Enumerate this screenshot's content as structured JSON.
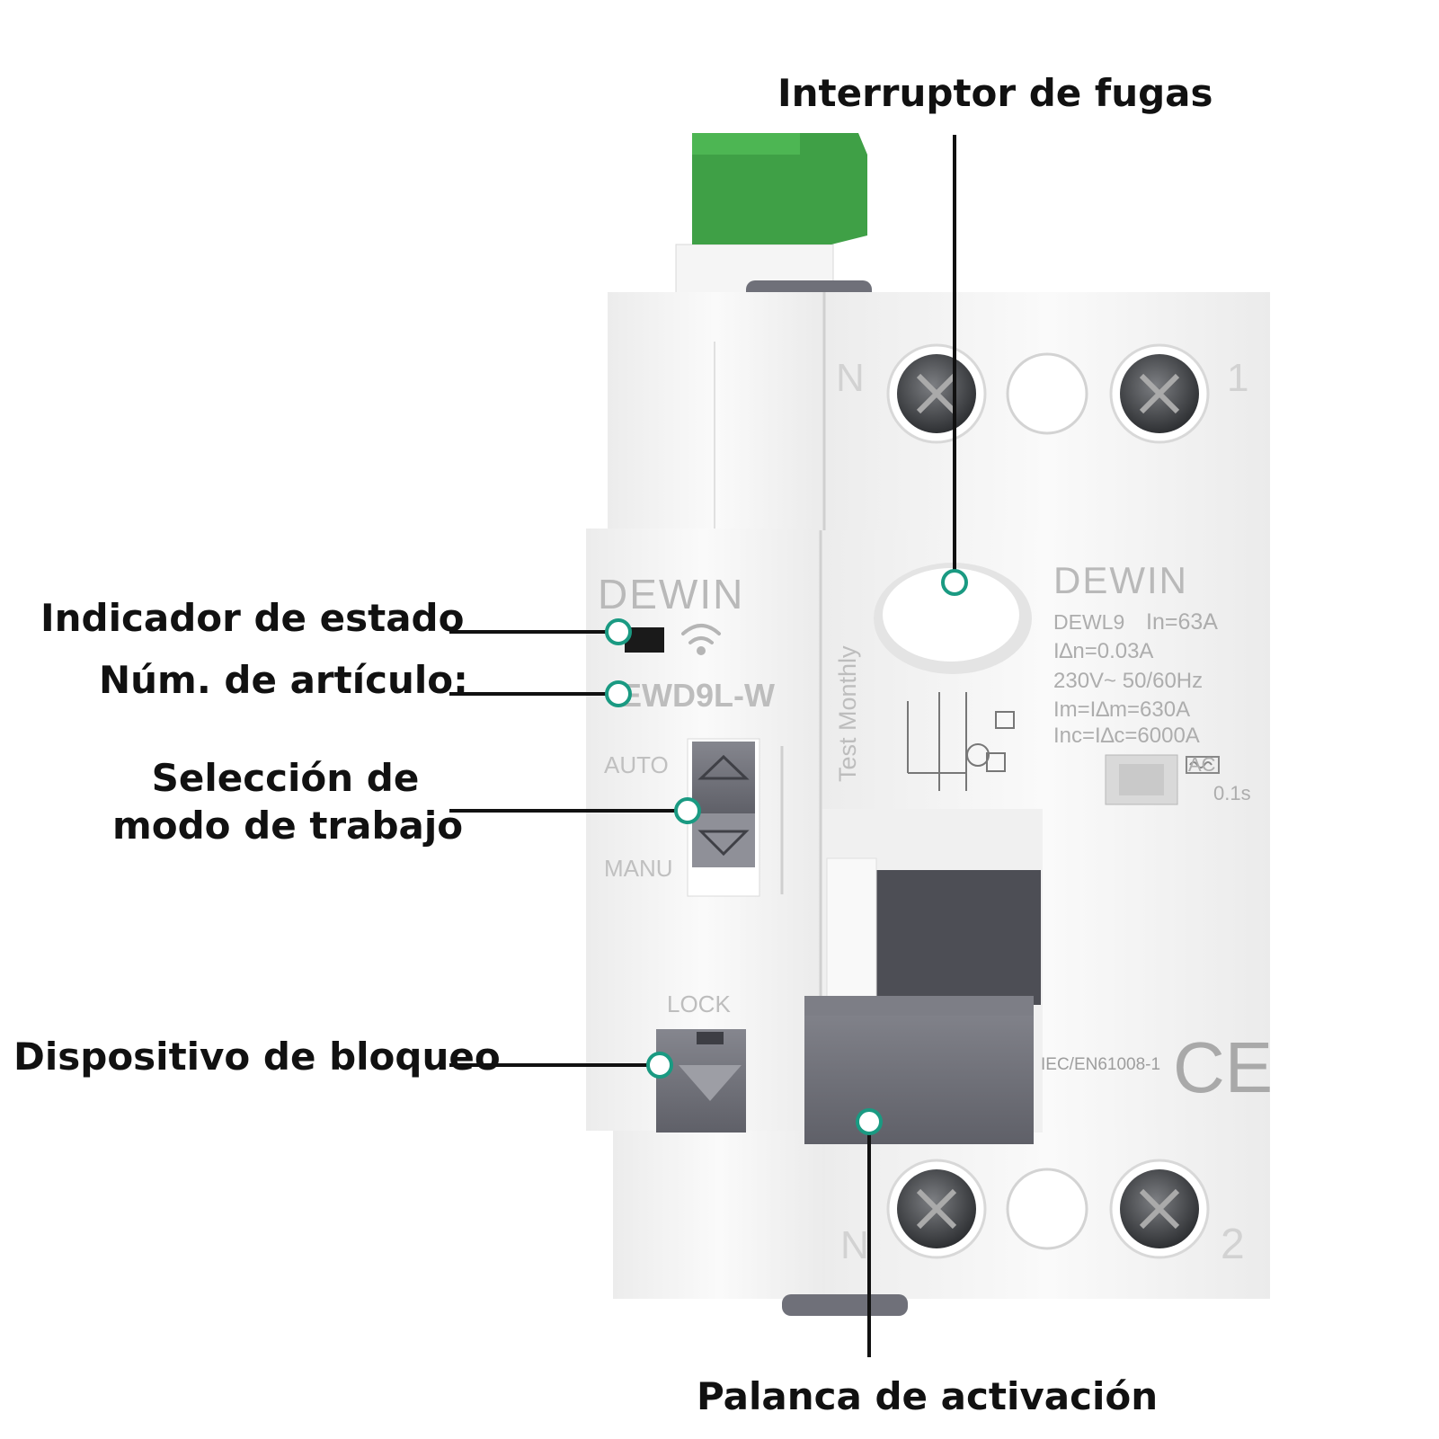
{
  "callouts": {
    "leak_breaker": "Interruptor de fugas",
    "status_indicator": "Indicador de estado",
    "item_number": "Núm. de artículo:",
    "work_mode_line1": "Selección de",
    "work_mode_line2": "modo de trabajo",
    "lock_device": "Dispositivo de bloqueo",
    "trip_lever": "Palanca de activación"
  },
  "device": {
    "left_brand": "DEWIN",
    "left_model": "EWD9L-W",
    "auto_label": "AUTO",
    "manu_label": "MANU",
    "lock_label": "LOCK",
    "test_monthly": "Test Monthly",
    "right_brand": "DEWIN",
    "spec_model": "DEWL9",
    "spec_in": "In=63A",
    "spec_idn": "I∆n=0.03A",
    "spec_voltage": "230V~ 50/60Hz",
    "spec_im": "Im=I∆m=630A",
    "spec_inc": "Inc=I∆c=6000A",
    "spec_ac": "AC",
    "spec_time": "0.1s",
    "standard": "IEC/EN61008-1",
    "ce_mark": "CE",
    "terminal_n_top": "N",
    "terminal_1": "1",
    "terminal_n_bottom": "N",
    "terminal_2": "2"
  },
  "colors": {
    "accent_dot": "#1a9a82",
    "leader_line": "#111111",
    "green_connector": "#3fa046",
    "body_white": "#f3f3f3",
    "handle_gray": "#6f7079"
  },
  "icons": [
    "wifi-icon",
    "screw-icon",
    "arrow-up-icon",
    "arrow-down-icon",
    "circuit-diagram-icon",
    "ce-mark-icon"
  ]
}
